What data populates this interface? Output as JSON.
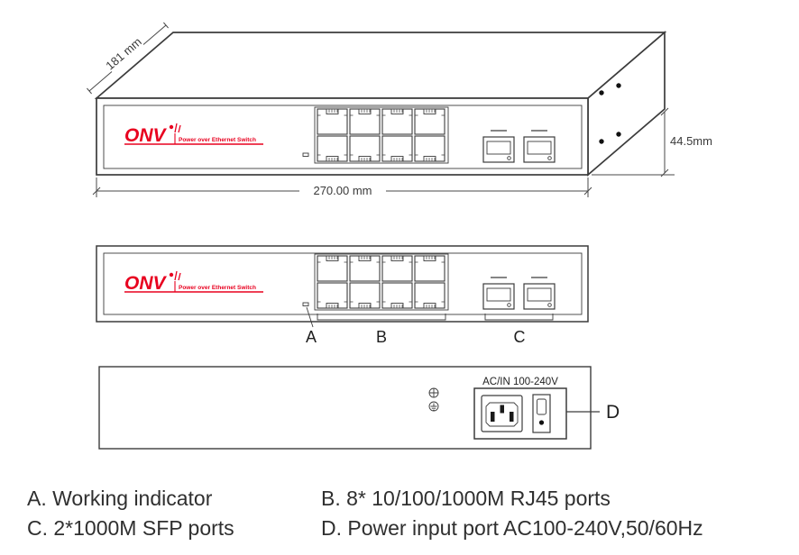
{
  "product": {
    "brand": "ONV",
    "tagline": "Power over Ethernet Switch"
  },
  "dimensions": {
    "depth": "181 mm",
    "width": "270.00 mm",
    "height": "44.5mm"
  },
  "rear": {
    "power_label": "AC/IN 100-240V"
  },
  "callouts": {
    "a": "A",
    "b": "B",
    "c": "C",
    "d": "D"
  },
  "legend": {
    "a": "A. Working indicator",
    "b": "B. 8* 10/100/1000M RJ45 ports",
    "c": "C. 2*1000M SFP ports",
    "d": "D. Power input port AC100-240V,50/60Hz"
  },
  "colors": {
    "brand_red": "#e8001f",
    "line": "#3c3c3c",
    "text": "#2f2f2f"
  }
}
